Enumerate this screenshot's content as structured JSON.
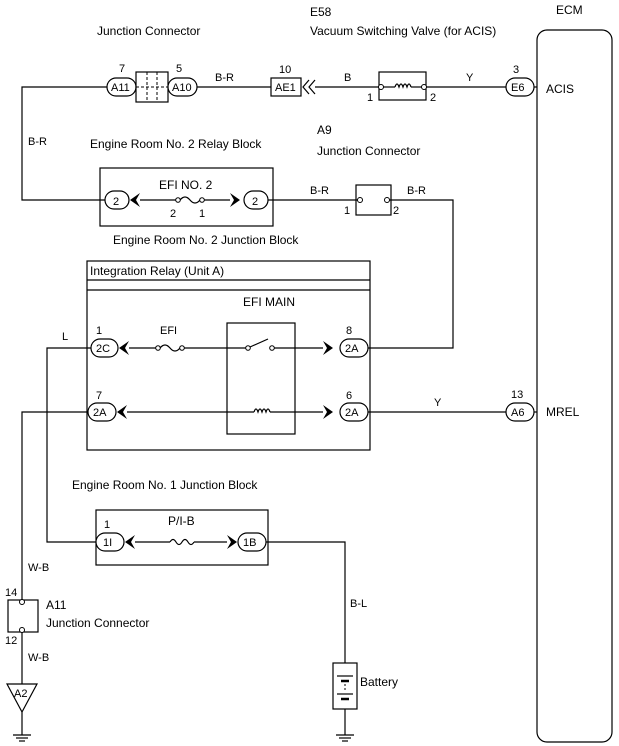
{
  "ecm": {
    "title": "ECM",
    "acis": "ACIS",
    "mrel": "MREL"
  },
  "valve": {
    "id": "E58",
    "name": "Vacuum Switching Valve (for ACIS)",
    "pin1": "1",
    "pin2": "2"
  },
  "junction_top": {
    "title": "Junction Connector",
    "a11": "A11",
    "a11_pin": "7",
    "a10": "A10",
    "a10_pin": "5"
  },
  "ae1": {
    "label": "AE1",
    "pin": "10"
  },
  "e6": {
    "label": "E6",
    "pin": "3"
  },
  "a6": {
    "label": "A6",
    "pin": "13"
  },
  "a9": {
    "id": "A9",
    "name": "Junction Connector",
    "pin1": "1",
    "pin2": "2"
  },
  "relay_block": {
    "title": "Engine Room No. 2 Relay Block"
  },
  "jb2": {
    "title": "Engine Room No. 2 Junction Block",
    "fuse": "EFI NO. 2",
    "left_pin": "2",
    "right_pin": "2",
    "fuse_pin_left": "2",
    "fuse_pin_right": "1"
  },
  "integration_relay": {
    "title": "Integration Relay (Unit A)",
    "relay": "EFI MAIN",
    "fuse": "EFI",
    "c2c": "2C",
    "c2c_pin": "1",
    "c2a_left": "2A",
    "c2a_left_pin": "7",
    "c2a_top": "2A",
    "c2a_top_pin": "8",
    "c2a_bot": "2A",
    "c2a_bot_pin": "6"
  },
  "jb1": {
    "title": "Engine Room No. 1 Junction Block",
    "fuse": "P/I-B",
    "c1i": "1I",
    "c1i_pin": "1",
    "c1b": "1B"
  },
  "a11_bottom": {
    "id": "A11",
    "name": "Junction Connector",
    "pin_top": "14",
    "pin_bot": "12"
  },
  "a2": {
    "label": "A2"
  },
  "battery": {
    "label": "Battery"
  },
  "wires": {
    "br1": "B-R",
    "b": "B",
    "y1": "Y",
    "br_left": "B-R",
    "br2": "B-R",
    "br3": "B-R",
    "l": "L",
    "y2": "Y",
    "wb1": "W-B",
    "wb2": "W-B",
    "bl": "B-L"
  }
}
